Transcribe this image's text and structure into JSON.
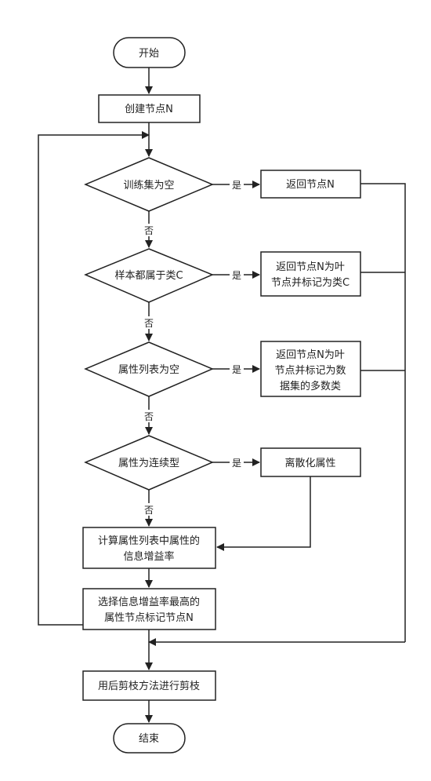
{
  "nodes": {
    "start": "开始",
    "create": "创建节点N",
    "d1": "训练集为空",
    "r1": "返回节点N",
    "d2": "样本都属于类C",
    "r2": [
      "返回节点N为叶",
      "节点并标记为类C"
    ],
    "d3": "属性列表为空",
    "r3": [
      "返回节点N为叶",
      "节点并标记为数",
      "据集的多数类"
    ],
    "d4": "属性为连续型",
    "r4": "离散化属性",
    "calc": [
      "计算属性列表中属性的",
      "信息增益率"
    ],
    "select": [
      "选择信息增益率最高的",
      "属性节点标记节点N"
    ],
    "prune": "用后剪枝方法进行剪枝",
    "end": "结束"
  },
  "edge_labels": {
    "yes": "是",
    "no": "否"
  }
}
